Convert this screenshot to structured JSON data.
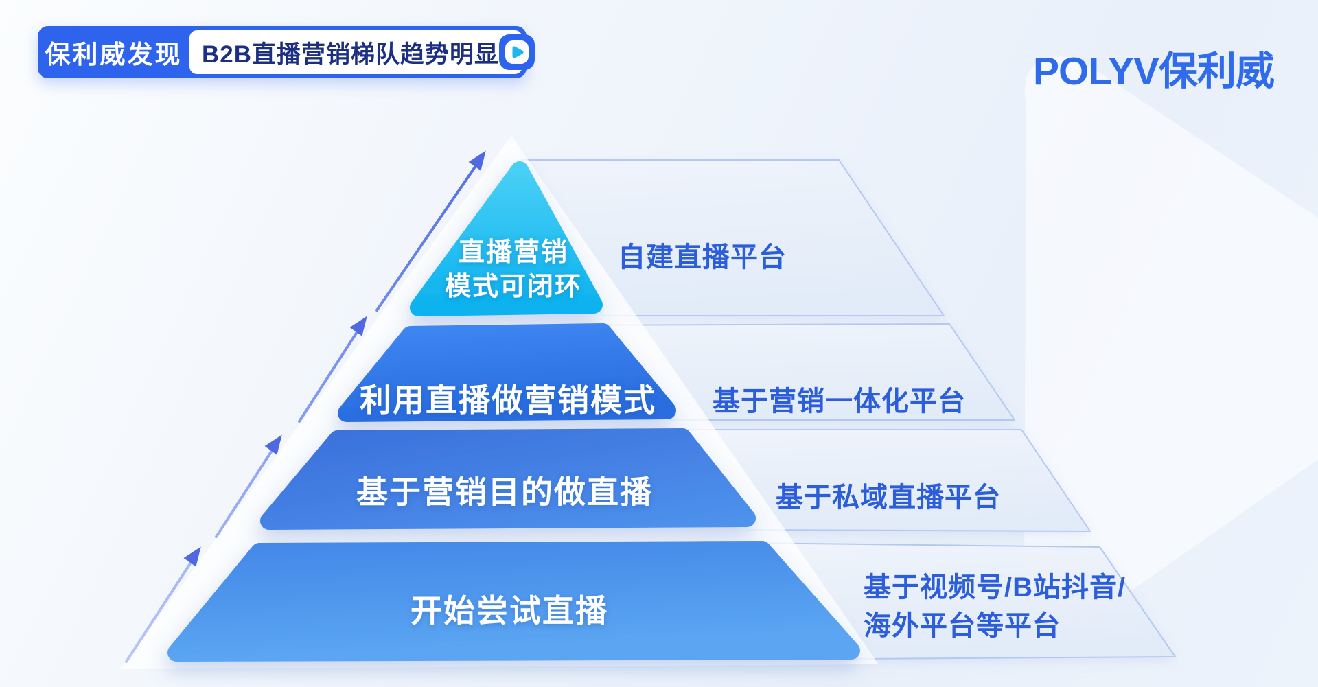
{
  "header": {
    "badge_label": "保利威发现",
    "headline": "B2B直播营销梯队趋势明显",
    "play_icon": "play-icon",
    "logo_text": "POLYV保利威"
  },
  "pyramid": {
    "tiers": [
      {
        "label_lines": [
          "直播营销",
          "模式可闭环"
        ],
        "platform": "自建直播平台"
      },
      {
        "label": "利用直播做营销模式",
        "platform": "基于营销一体化平台"
      },
      {
        "label": "基于营销目的做直播",
        "platform": "基于私域直播平台"
      },
      {
        "label": "开始尝试直播",
        "platform_lines": [
          "基于视频号/B站抖音/",
          "海外平台等平台"
        ]
      }
    ]
  },
  "colors": {
    "accent_blue": "#2e63ee",
    "play_cyan": "#1fb5f2",
    "tier1_cyan_top": "#45cdf5",
    "tier1_cyan_bottom": "#0cb2ee",
    "tier2_blue": "#2f77ec",
    "tier3_blue": "#4080e4",
    "tier4_blue": "#4e96ec",
    "band_fill": "#eaf0fa",
    "band_border": "#b3c9f2",
    "band_text_blue": "#2c5edc",
    "headline_navy": "#1c2f80",
    "logo_blue": "#2f6beb"
  }
}
